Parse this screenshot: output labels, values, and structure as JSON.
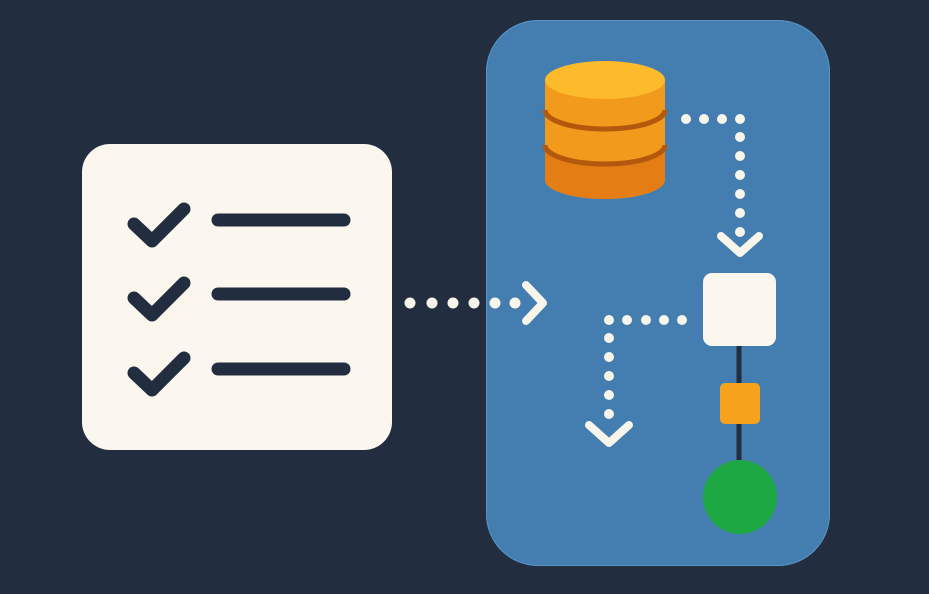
{
  "diagram": {
    "description": "Checklist flows into a data pipeline: database feeds a process node, which branches to an output arrow and a chain ending in a green terminal node",
    "colors": {
      "background": "#222e40",
      "checklist_card": "#fbf7ee",
      "checklist_ink": "#222e40",
      "pipeline_panel": "#447eb1",
      "connector_dots": "#f8f5ea",
      "database_top": "#fdbb2c",
      "database_body": "#f29a1c",
      "database_bottom": "#e27a12",
      "database_bands": "#b4580e",
      "process_node": "#fbf7ee",
      "step_node": "#f6a21c",
      "terminal_node": "#1ea843",
      "chain_line": "#222e40"
    },
    "checklist": {
      "items": [
        {
          "checked": true,
          "label": ""
        },
        {
          "checked": true,
          "label": ""
        },
        {
          "checked": true,
          "label": ""
        }
      ]
    },
    "nodes": [
      {
        "id": "checklist",
        "shape": "rounded-rect",
        "icon": "checklist-icon"
      },
      {
        "id": "database",
        "shape": "cylinder",
        "icon": "database-icon"
      },
      {
        "id": "process",
        "shape": "rounded-square"
      },
      {
        "id": "step",
        "shape": "rounded-square"
      },
      {
        "id": "terminal",
        "shape": "circle"
      }
    ],
    "edges": [
      {
        "from": "checklist",
        "to": "pipeline",
        "style": "dotted-arrow",
        "direction": "right"
      },
      {
        "from": "database",
        "to": "process",
        "style": "dotted-arrow",
        "direction": "right-then-down"
      },
      {
        "from": "process",
        "to": "output",
        "style": "dotted-arrow",
        "direction": "left-then-down"
      },
      {
        "from": "process",
        "to": "step",
        "style": "solid-line"
      },
      {
        "from": "step",
        "to": "terminal",
        "style": "solid-line"
      }
    ]
  }
}
